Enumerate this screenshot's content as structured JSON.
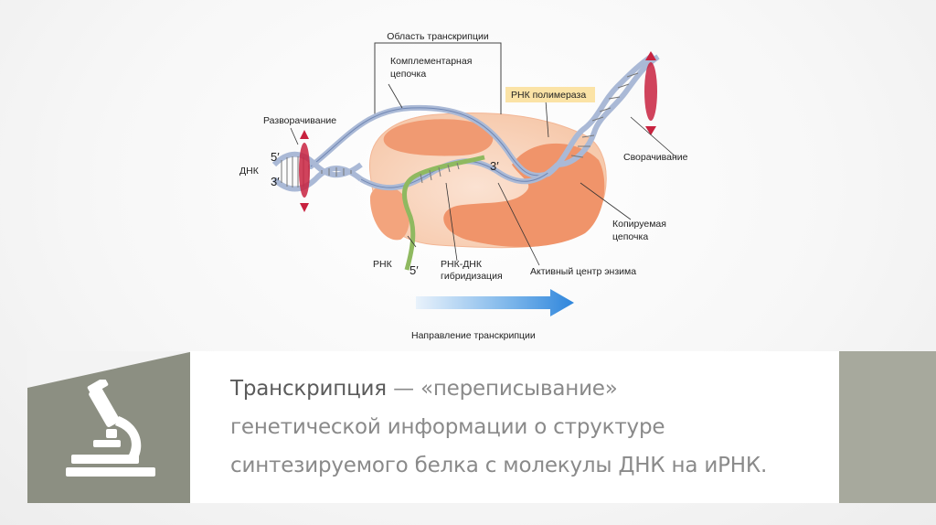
{
  "diagram": {
    "labels": {
      "transcription_area": "Область транскрипции",
      "complementary_1": "Комплементарная",
      "complementary_2": "цепочка",
      "rna_polymerase": "РНК полимераза",
      "unwinding": "Разворачивание",
      "dna": "ДНК",
      "prime5_left": "5′",
      "prime3_left": "3′",
      "prime3_mid": "3′",
      "prime5_rna": "5′",
      "rewinding": "Сворачивание",
      "copied_1": "Копируемая",
      "copied_2": "цепочка",
      "rna": "РНК",
      "hybrid_1": "РНК-ДНК",
      "hybrid_2": "гибридизация",
      "active_center": "Активный центр энзима",
      "direction": "Направление транскрипции"
    },
    "colors": {
      "enzyme": "#f2a07a",
      "enzyme_light": "#f8d5be",
      "dna_strand": "#aab9d6",
      "rna_strand": "#8fb960",
      "arrow_red": "#c8223f",
      "label_box": "#fbe3a6",
      "direction_arrow": "#3a8ee0"
    }
  },
  "definition": {
    "term": "Транскрипция",
    "line1_rest": " — «переписывание»",
    "line2": "генетической информации о структуре",
    "line3": "синтезируемого белка с молекулы ДНК на иРНК."
  },
  "icons": {
    "microscope": "microscope-icon"
  },
  "colors": {
    "band_left": "#8c8f82",
    "band_right": "#a7a99d",
    "text": "#8a8a8a"
  }
}
